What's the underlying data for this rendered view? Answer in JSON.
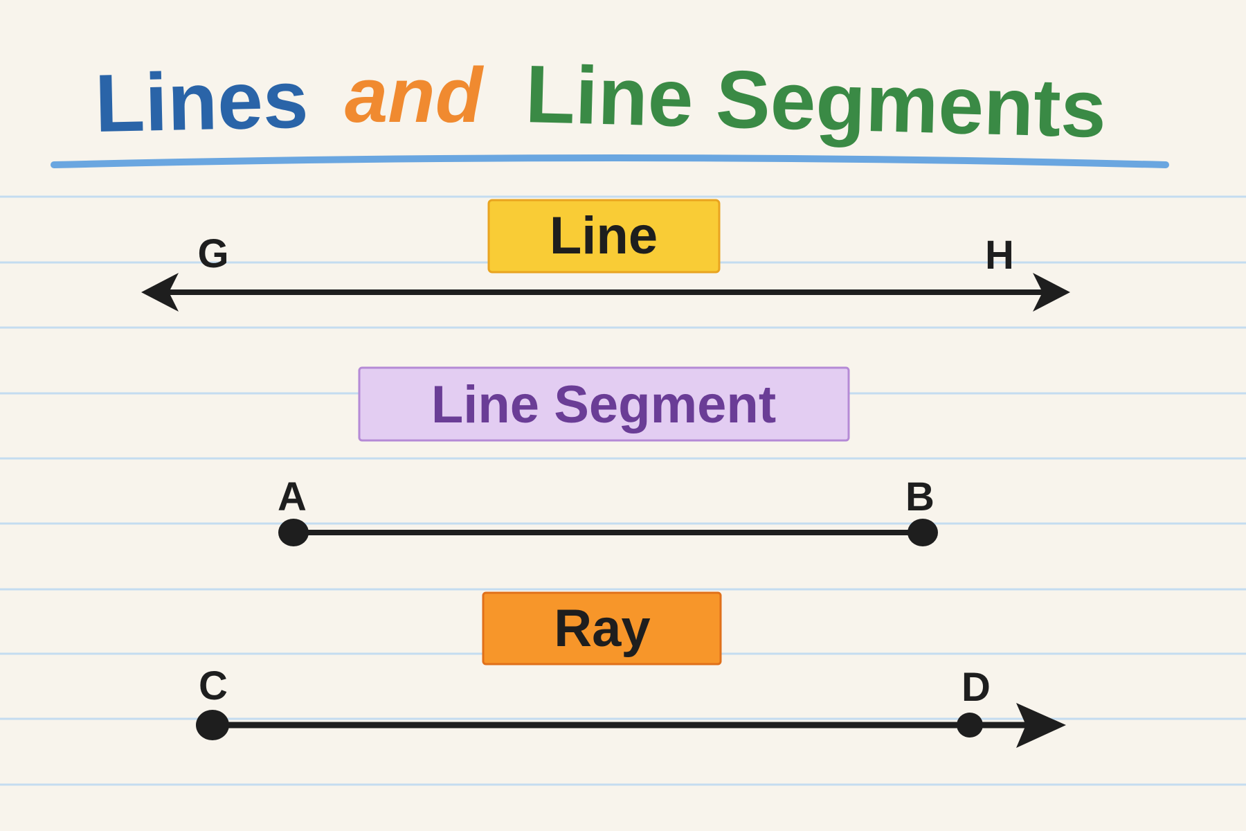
{
  "title": {
    "word1": "Lines",
    "word2": "and",
    "word3": "Line Segments",
    "colors": {
      "word1": "#2a64a8",
      "word2": "#f08a30",
      "word3": "#3a8a45",
      "underline": "#6aa6e0"
    }
  },
  "sections": {
    "line": {
      "label": "Line",
      "label_bg": "#f9cc36",
      "points": [
        "G",
        "H"
      ]
    },
    "segment": {
      "label": "Line Segment",
      "label_bg": "#e3cdf2",
      "label_color": "#6a3d96",
      "points": [
        "A",
        "B"
      ]
    },
    "ray": {
      "label": "Ray",
      "label_bg": "#f7962a",
      "points": [
        "C",
        "D"
      ]
    }
  },
  "colors": {
    "paper": "#f8f4ec",
    "rule": "#bcd6ee",
    "ink": "#1e1e1e"
  }
}
